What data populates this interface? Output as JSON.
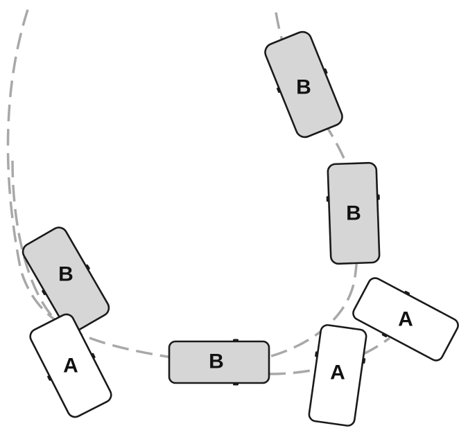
{
  "colors": {
    "car_a_fill": "#ffffff",
    "car_b_fill": "#d6d6d6",
    "outline": "#1a1a1a",
    "path": "#a8a8a8"
  },
  "cars": [
    {
      "id": "b-top",
      "label": "B",
      "kind": "B"
    },
    {
      "id": "b-right",
      "label": "B",
      "kind": "B"
    },
    {
      "id": "b-left",
      "label": "B",
      "kind": "B"
    },
    {
      "id": "b-bottom",
      "label": "B",
      "kind": "B"
    },
    {
      "id": "a-left",
      "label": "A",
      "kind": "A"
    },
    {
      "id": "a-right-upper",
      "label": "A",
      "kind": "A"
    },
    {
      "id": "a-right-lower",
      "label": "A",
      "kind": "A"
    }
  ]
}
